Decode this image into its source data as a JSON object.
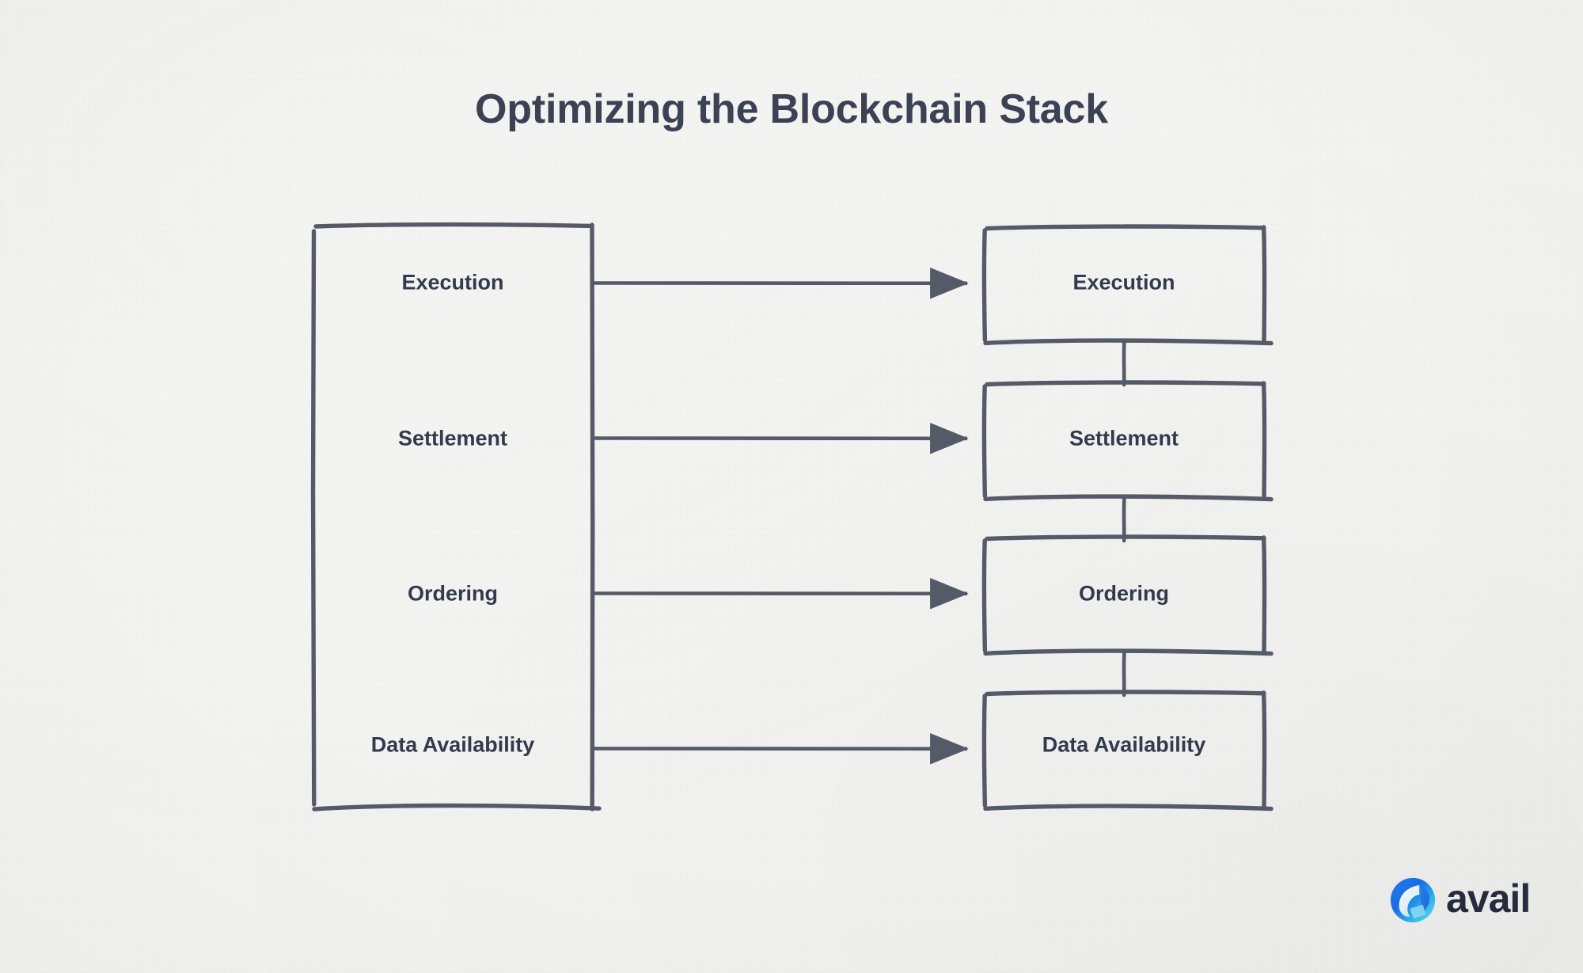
{
  "page": {
    "title": "Optimizing the Blockchain Stack",
    "background_color": "#f5f5f4",
    "ink_color": "#555a68",
    "text_color": "#343a4d"
  },
  "diagram": {
    "type": "flow",
    "description": "Monolithic blockchain stack on the left mapped by arrows to a modular stack of four separate layers on the right",
    "monolithic_stack": {
      "name": "monolithic-stack",
      "layers": [
        {
          "label": "Execution",
          "weight": "bold"
        },
        {
          "label": "Settlement",
          "weight": "medium"
        },
        {
          "label": "Ordering",
          "weight": "medium"
        },
        {
          "label": "Data Availability",
          "weight": "bold"
        }
      ]
    },
    "modular_stack": {
      "name": "modular-stack",
      "layers": [
        {
          "label": "Execution",
          "weight": "medium"
        },
        {
          "label": "Settlement",
          "weight": "medium"
        },
        {
          "label": "Ordering",
          "weight": "medium"
        },
        {
          "label": "Data Availability",
          "weight": "bold"
        }
      ]
    },
    "arrows": [
      {
        "from": "Execution",
        "to": "Execution"
      },
      {
        "from": "Settlement",
        "to": "Settlement"
      },
      {
        "from": "Ordering",
        "to": "Ordering"
      },
      {
        "from": "Data Availability",
        "to": "Data Availability"
      }
    ],
    "connector_count": 3
  },
  "brand": {
    "name": "avail",
    "wordmark": "avail",
    "mark_colors": {
      "deep_blue": "#1060d8",
      "mid_blue": "#27a9f0",
      "cyan": "#57d4f5",
      "light": "#d8f1fb"
    },
    "wordmark_color": "#272c3e"
  }
}
